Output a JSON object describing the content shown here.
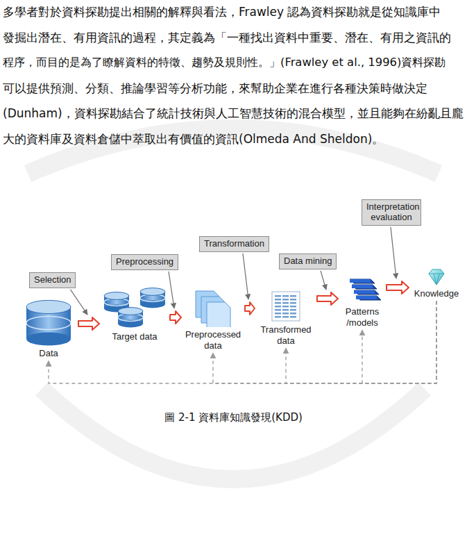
{
  "diagram": {
    "caption": "圖 2-1  資料庫知識發現(KDD)",
    "nodes": [
      {
        "text": [
          "Data"
        ]
      },
      {
        "text": [
          "Selection"
        ]
      },
      {
        "text": [
          "Target data"
        ]
      },
      {
        "text": [
          "Preprocessing"
        ]
      },
      {
        "text": [
          "Preprocessed data"
        ]
      },
      {
        "text": [
          "Transformation"
        ]
      },
      {
        "text": [
          "Transformed data"
        ]
      },
      {
        "text": [
          "Data mining"
        ]
      },
      {
        "text": [
          "Patterns /models"
        ]
      },
      {
        "text": [
          "Interpretation evaluation"
        ]
      },
      {
        "text": [
          "Knowledge"
        ]
      }
    ],
    "edges": [
      {
        "from": 0,
        "to": 2,
        "arrow": "to"
      },
      {
        "from": 2,
        "to": 4,
        "arrow": "to"
      },
      {
        "from": 4,
        "to": 6,
        "arrow": "to"
      },
      {
        "from": 6,
        "to": 8,
        "arrow": "to"
      },
      {
        "from": 8,
        "to": 10,
        "arrow": "to"
      },
      {
        "from": 10,
        "to": 0,
        "arrow": "to"
      },
      {
        "from": 10,
        "to": 4,
        "arrow": "to"
      },
      {
        "from": 10,
        "to": 6,
        "arrow": "to"
      },
      {
        "from": 10,
        "to": 8,
        "arrow": "to"
      }
    ],
    "labels": [
      "多學者對於資料探勘提出相關的解釋與看法，Frawley 認為資料探勘就是從知識庫中",
      "發掘出潛在、有用資訊的過程，其定義為「一種找出資料中重要、潛在、有用之資訊的",
      "程序，而目的是為了瞭解資料的特徵、趨勢及規則性。」(Frawley et al., 1996)資料探勘",
      "可以提供預測、分類、推論學習等分析功能，來幫助企業在進行各種決策時做決定",
      "(Dunham)，資料探勘結合了統計技術與人工智慧技術的混合模型，並且能夠在紛亂且龐",
      "大的資料庫及資料倉儲中萃取出有價值的資訊(Olmeda And Sheldon)。"
    ]
  }
}
